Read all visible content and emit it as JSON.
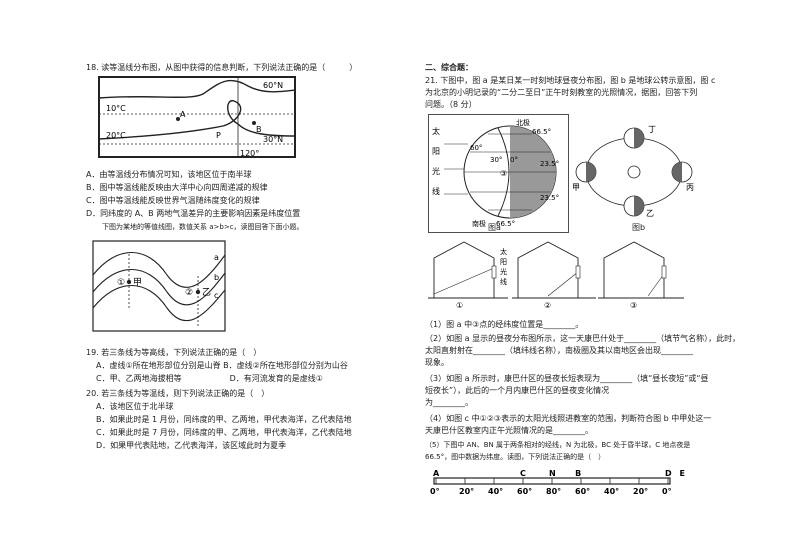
{
  "left": {
    "q18": {
      "stem": "18. 读等温线分布图，从图中获得的信息判断，下列说法正确的是（　　　）",
      "map_labels": [
        "60°N",
        "10°C",
        "A",
        "20°C",
        "P",
        "B",
        "30°N",
        "120°"
      ],
      "options": [
        "A．由等温线分布情况可知，该地区位于南半球",
        "B．图中等温线能反映由大洋中心向四周递减的规律",
        "C．图中等温线能反映世界气温随纬度变化的规律",
        "D．同纬度的 A、B 两地气温差异的主要影响因素是纬度位置"
      ]
    },
    "wave_intro": "下图为某地的等值线图，数值关系 a>b>c，读图回答下面小题。",
    "wave_labels": [
      "a",
      "b",
      "c",
      "①",
      "甲",
      "②",
      "乙"
    ],
    "q19": {
      "stem": "19. 若三条线为等高线，下列说法正确的是（　）",
      "options": [
        "A．虚线①所在地形部位分别是山脊  B．虚线②所在地形部位分别为山谷",
        "C．甲、乙两地海拔相等　　　　　　D．有河流发育的是虚线①"
      ]
    },
    "q20": {
      "stem": "20. 若三条线为等温线，则下列说法正确的是（　）",
      "options": [
        "A．该地区位于北半球",
        "B．如果此时是 1 月份，同纬度的甲、乙两地，甲代表海洋，乙代表陆地",
        "C．如果此时是 7 月份，同纬度的甲、乙两地，甲代表海洋，乙代表陆地",
        "D．如果甲代表陆地，乙代表海洋，该区域此时为夏季"
      ]
    }
  },
  "right": {
    "section": "二、综合题：",
    "q21": {
      "intro": [
        "21. 下图中，图 a 是某日某一时刻地球昼夜分布图，图 b 是地球公转示意图，图 c",
        "为北京的小明记录的“二分二至日”正午时刻教室的光照情况，据图，回答下列",
        "问题。（8 分）"
      ],
      "fig_a_labels": [
        "太",
        "阳",
        "光",
        "线",
        "北极",
        "66.5°",
        "60°",
        "30°",
        "0°",
        "③",
        "23.5°",
        "23.5°",
        "南极",
        "66.5°",
        "图a"
      ],
      "fig_b_labels": [
        "丁",
        "甲",
        "丙",
        "乙",
        "图b"
      ],
      "fig_c_labels": [
        "太",
        "阳",
        "光",
        "线",
        "①",
        "②",
        "③"
      ],
      "questions": [
        "（1）图 a 中③点的经纬度位置是________。",
        "（2）如图 a 显示的昼夜分布图所示，这一天康巴什处于________（填节气名称），此时，",
        "太阳直射射在________（填纬线名称），南极圈及其以南地区会出现________",
        "现象。",
        "（3）如图 a 所示时，康巴什区的昼夜长短表现为________（填“昼长夜短”或“昼",
        "短夜长”），此后的一个月内康巴什区的昼夜变化情况",
        "为________。",
        "（4）如图 c 中①②③表示的太阳光线照进教室的范围，判断符合图 b 中甲处这一",
        "天康巴什区教室内正午光照情况的是________。"
      ],
      "q5_lines": [
        "（5）下图中 AN、BN 属于两条相对的经线，N 为北极，BC 处于昏半球，C 地点夜是",
        "66.5°，图中数据为纬度。读图，下列说法正确的是（　）"
      ],
      "scale_letters": [
        "A",
        "C",
        "N",
        "B",
        "D",
        "E"
      ],
      "scale_ticks": [
        "0°",
        "20°",
        "40°",
        "60°",
        "80°",
        "60°",
        "40°",
        "20°",
        "0°"
      ]
    }
  }
}
